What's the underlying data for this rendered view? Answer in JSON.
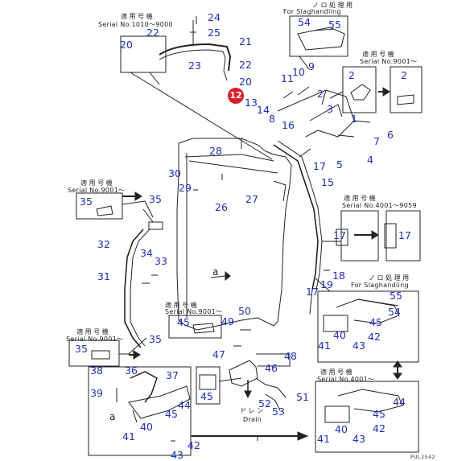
{
  "diagram_code": "PUL2542",
  "captions": {
    "top_left": {
      "jp": "適 用 号 機",
      "serial": "Serial No.1010〜9000"
    },
    "top_slag": {
      "jp": "ノ ロ 処 理 用",
      "en": "For Slaghandling"
    },
    "top_right": {
      "jp": "適 用 号 機",
      "serial": "Serial No.9001〜"
    },
    "mid_left": {
      "jp": "適 用 号 機",
      "serial": "Serial No.9001〜"
    },
    "mid_right": {
      "jp": "適 用 号 機",
      "serial": "Serial No.4001〜9059"
    },
    "right_slag": {
      "jp": "ノ ロ 処 理 用",
      "en": "For Slaghandling"
    },
    "bottom_center": {
      "jp": "適 用 号 機",
      "serial": "Serial No.9001〜"
    },
    "bottom_left": {
      "jp": "適 用 号 機",
      "serial": "Serial No.9001〜"
    },
    "bottom_right": {
      "jp": "適 用 号 機",
      "serial": "Serial No.4001〜"
    },
    "drain": {
      "jp": "ド レ ン",
      "en": "Drain"
    }
  },
  "highlight": {
    "label": "12",
    "color": "#d81e28"
  },
  "ref_marks": {
    "a1": "a",
    "a2": "a"
  },
  "part_labels": {
    "p24": "24",
    "p25": "25",
    "p21": "21",
    "p22a": "22",
    "p20a": "20",
    "p23": "23",
    "p22b": "22",
    "p20b": "20",
    "p54a": "54",
    "p55a": "55",
    "p2a": "2",
    "p2b": "2",
    "p9": "9",
    "p10": "10",
    "p11": "11",
    "p13": "13",
    "p14": "14",
    "p8": "8",
    "p2c": "2",
    "p1": "1",
    "p3": "3",
    "p7": "7",
    "p6": "6",
    "p16": "16",
    "p4": "4",
    "p5": "5",
    "p17a": "17",
    "p15": "15",
    "p28": "28",
    "p30": "30",
    "p29": "29",
    "p26": "26",
    "p27": "27",
    "p35a": "35",
    "p35b": "35",
    "p17b": "17",
    "p17c": "17",
    "p32": "32",
    "p34": "34",
    "p33": "33",
    "p31": "31",
    "p18": "18",
    "p19": "19",
    "p17d": "17",
    "p55b": "55",
    "p54b": "54",
    "p45a": "45",
    "p42a": "42",
    "p41a": "41",
    "p40a": "40",
    "p43a": "43",
    "p50": "50",
    "p45b": "45",
    "p49": "49",
    "p35c": "35",
    "p35d": "35",
    "p48": "48",
    "p47": "47",
    "p46": "46",
    "p45c": "45",
    "p38": "38",
    "p36": "36",
    "p37": "37",
    "p39": "39",
    "p44a": "44",
    "p45d": "45",
    "p41b": "41",
    "p40b": "40",
    "p52": "52",
    "p51": "51",
    "p53": "53",
    "p44b": "44",
    "p45e": "45",
    "p42b": "42",
    "p42c": "42",
    "p43b": "43",
    "p41c": "41",
    "p40c": "40",
    "p43c": "43"
  }
}
